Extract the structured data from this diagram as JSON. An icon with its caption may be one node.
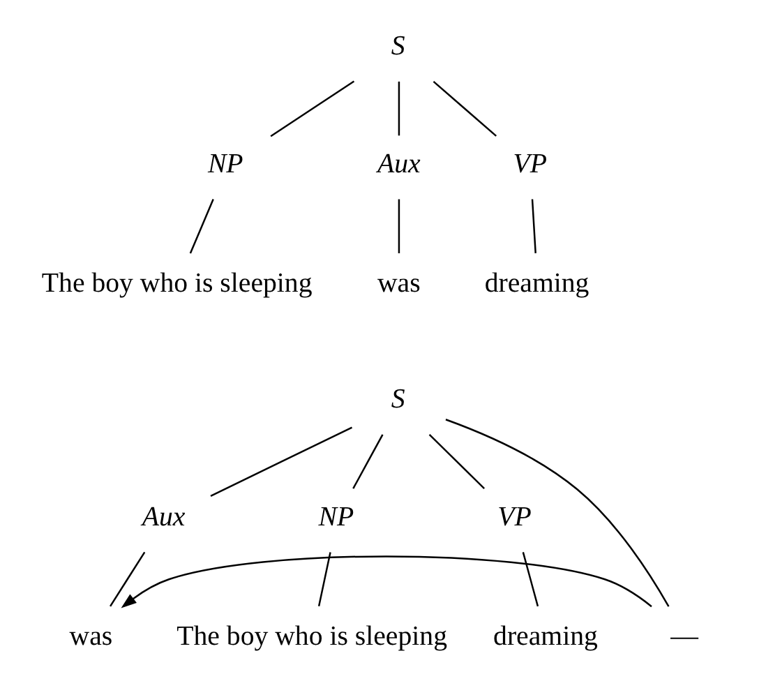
{
  "diagram": {
    "nodes": [
      {
        "text": [
          "S"
        ]
      },
      {
        "text": [
          "NP"
        ]
      },
      {
        "text": [
          "Aux"
        ]
      },
      {
        "text": [
          "VP"
        ]
      },
      {
        "text": [
          "The boy who is sleeping"
        ]
      },
      {
        "text": [
          "was"
        ]
      },
      {
        "text": [
          "dreaming"
        ]
      },
      {
        "text": [
          "S"
        ]
      },
      {
        "text": [
          "Aux"
        ]
      },
      {
        "text": [
          "NP"
        ]
      },
      {
        "text": [
          "VP"
        ]
      },
      {
        "text": [
          "was"
        ]
      },
      {
        "text": [
          "The boy who is sleeping"
        ]
      },
      {
        "text": [
          "—"
        ]
      },
      {
        "text": [
          "dreaming"
        ]
      }
    ],
    "edges": [
      {
        "from": 0,
        "to": 1,
        "arrow": "none"
      },
      {
        "from": 0,
        "to": 2,
        "arrow": "none"
      },
      {
        "from": 0,
        "to": 3,
        "arrow": "none"
      },
      {
        "from": 1,
        "to": 4,
        "arrow": "none"
      },
      {
        "from": 2,
        "to": 5,
        "arrow": "none"
      },
      {
        "from": 3,
        "to": 6,
        "arrow": "none"
      },
      {
        "from": 7,
        "to": 8,
        "arrow": "none"
      },
      {
        "from": 7,
        "to": 9,
        "arrow": "none"
      },
      {
        "from": 7,
        "to": 13,
        "arrow": "none"
      },
      {
        "from": 7,
        "to": 10,
        "arrow": "none"
      },
      {
        "from": 8,
        "to": 11,
        "arrow": "none"
      },
      {
        "from": 9,
        "to": 12,
        "arrow": "none"
      },
      {
        "from": 10,
        "to": 14,
        "arrow": "none"
      },
      {
        "from": 13,
        "to": 11,
        "arrow": "to"
      }
    ]
  }
}
